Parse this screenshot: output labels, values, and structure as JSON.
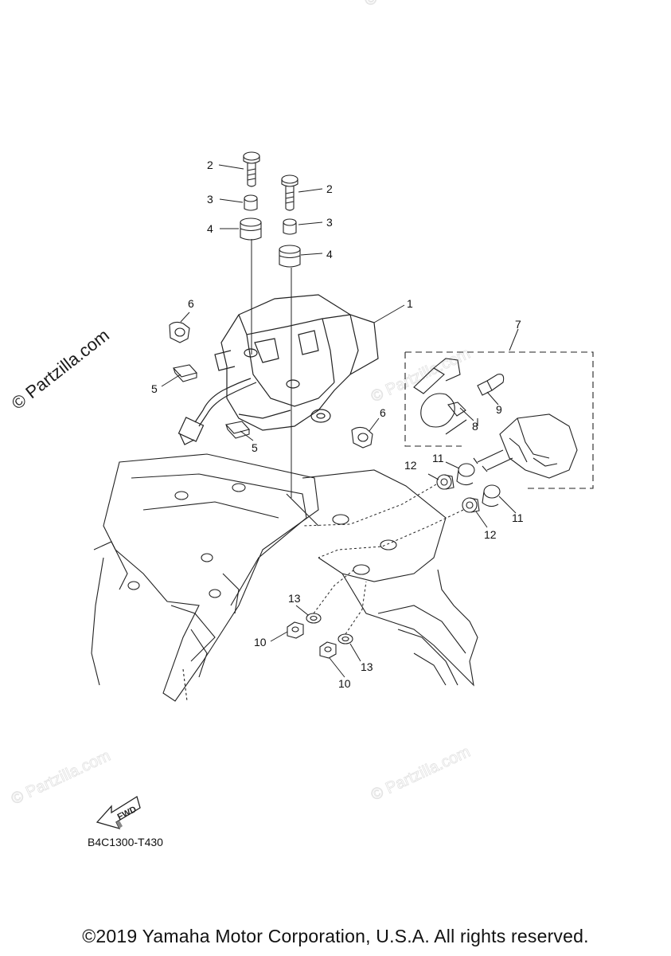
{
  "watermark": {
    "text": "© Partzilla.com",
    "short": "© Partzilla.com"
  },
  "callouts": {
    "c1": "1",
    "c2a": "2",
    "c2b": "2",
    "c3a": "3",
    "c3b": "3",
    "c4a": "4",
    "c4b": "4",
    "c5a": "5",
    "c5b": "5",
    "c6a": "6",
    "c6b": "6",
    "c7": "7",
    "c8": "8",
    "c9": "9",
    "c10a": "10",
    "c10b": "10",
    "c11a": "11",
    "c11b": "11",
    "c12a": "12",
    "c12b": "12",
    "c13a": "13",
    "c13b": "13"
  },
  "fwd_label": "FWD",
  "diagram_code": "B4C1300-T430",
  "copyright": "©2019 Yamaha Motor Corporation, U.S.A. All rights reserved."
}
